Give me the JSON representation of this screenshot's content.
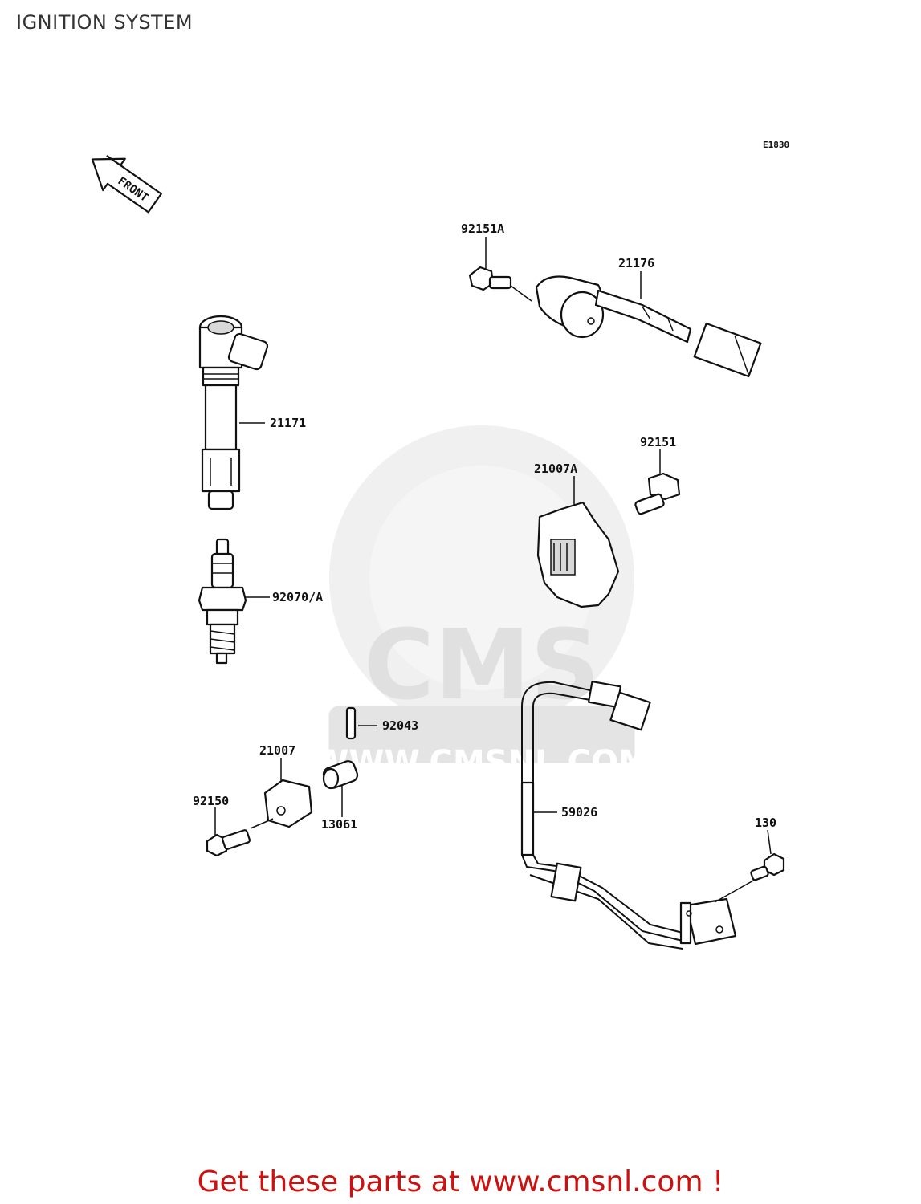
{
  "title": "IGNITION SYSTEM",
  "diagram_code": "E1830",
  "front_arrow_label": "FRONT",
  "watermark": {
    "logo_text": "CMS",
    "url_text": "WWW.CMSNL.COM"
  },
  "parts": [
    {
      "id": "p92151A",
      "number": "92151A"
    },
    {
      "id": "p21176",
      "number": "21176"
    },
    {
      "id": "p21171",
      "number": "21171"
    },
    {
      "id": "p92151",
      "number": "92151"
    },
    {
      "id": "p21007A",
      "number": "21007A"
    },
    {
      "id": "p92070A",
      "number": "92070/A"
    },
    {
      "id": "p92043",
      "number": "92043"
    },
    {
      "id": "p21007",
      "number": "21007"
    },
    {
      "id": "p92150",
      "number": "92150"
    },
    {
      "id": "p13061",
      "number": "13061"
    },
    {
      "id": "p59026",
      "number": "59026"
    },
    {
      "id": "p130",
      "number": "130"
    }
  ],
  "footer": "Get these parts at www.cmsnl.com !",
  "colors": {
    "footer": "#cc1111",
    "watermark": "#e4e4e4",
    "line": "#111111"
  }
}
